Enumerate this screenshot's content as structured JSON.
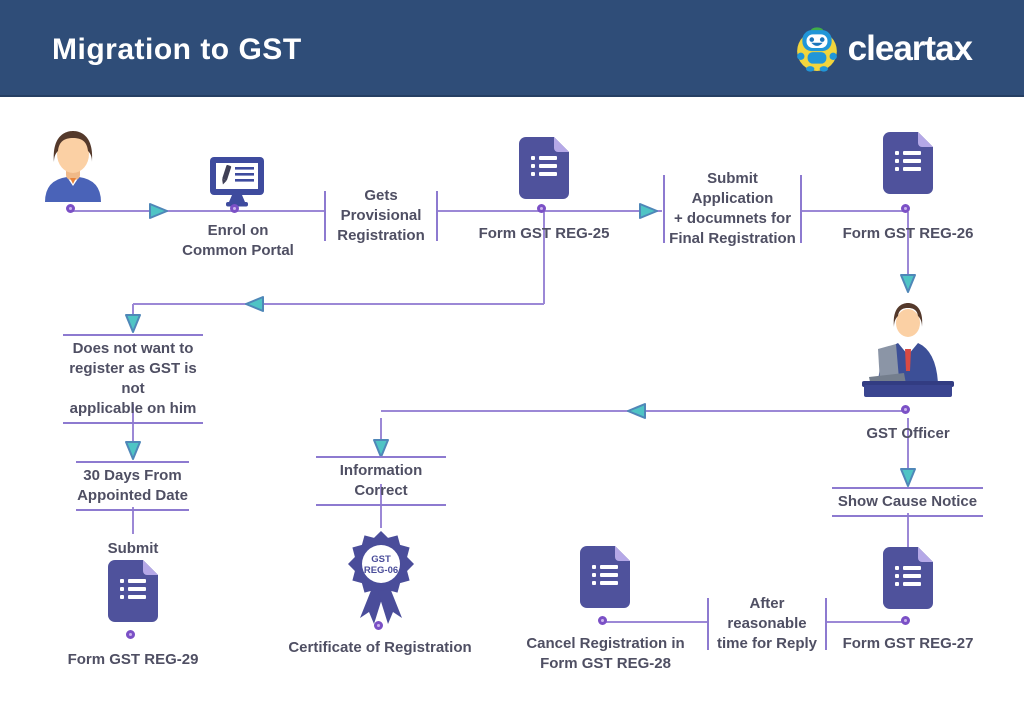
{
  "header": {
    "title": "Migration to GST",
    "brand": "cleartax"
  },
  "colors": {
    "header_bg": "#2f4d78",
    "line_purple": "#9c88d6",
    "rule_purple": "#8d7ad0",
    "node_ring": "#7b50c6",
    "arrow_teal": "#4fc4c5",
    "arrow_edge": "#4f87b8",
    "document_indigo": "#4f529c",
    "document_fold": "#b5a8e7",
    "text": "#4f4f63"
  },
  "flow": {
    "enrol": {
      "lines": [
        "Enrol on",
        "Common Portal"
      ]
    },
    "gets_provisional": {
      "lines": [
        "Gets Provisional",
        "Registration"
      ]
    },
    "form_reg25": {
      "label": "Form GST REG-25"
    },
    "submit_application": {
      "lines": [
        "Submit Application",
        "+ documnets for",
        "Final  Registration"
      ]
    },
    "form_reg26": {
      "label": "Form GST REG-26"
    },
    "does_not_register": {
      "lines": [
        "Does not want to",
        "register as GST is not",
        "applicable on him"
      ]
    },
    "thirty_days": {
      "lines": [
        "30 Days From",
        "Appointed Date"
      ]
    },
    "submit": {
      "label": "Submit"
    },
    "form_reg29": {
      "label": "Form GST REG-29"
    },
    "gst_officer": {
      "label": "GST Officer"
    },
    "information_correct": {
      "label": "Information Correct"
    },
    "badge": {
      "lines": [
        "GST",
        "REG-06"
      ]
    },
    "certificate": {
      "label": "Certificate of Registration"
    },
    "show_cause": {
      "label": "Show Cause Notice"
    },
    "form_reg27": {
      "label": "Form GST REG-27"
    },
    "after_reasonable": {
      "lines": [
        "After reasonable",
        "time for Reply"
      ]
    },
    "cancel_registration": {
      "lines": [
        "Cancel Registration in",
        "Form GST REG-28"
      ]
    }
  }
}
